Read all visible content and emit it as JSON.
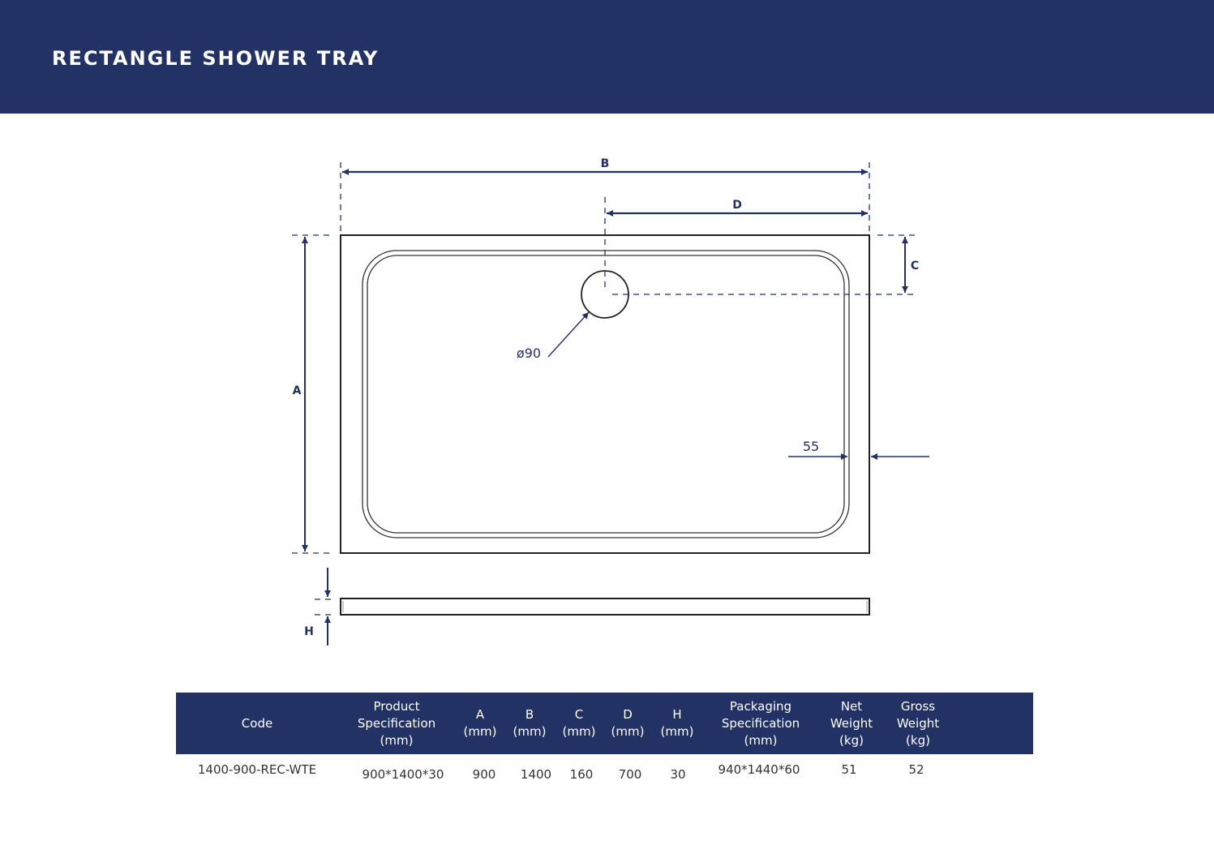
{
  "header": {
    "title": "RECTANGLE SHOWER TRAY",
    "background_color": "#233265"
  },
  "drawing": {
    "dimension_labels": {
      "B": "B",
      "D": "D",
      "C": "C",
      "A": "A",
      "H": "H"
    },
    "waste_diameter_label": "ø90",
    "edge_width_label": "55",
    "line_color": "#233265"
  },
  "table": {
    "headers": [
      {
        "key": "code",
        "label": "Code"
      },
      {
        "key": "product_spec",
        "label": "Product\nSpecification\n(mm)"
      },
      {
        "key": "a",
        "label": "A\n(mm)"
      },
      {
        "key": "b",
        "label": "B\n(mm)"
      },
      {
        "key": "c",
        "label": "C\n(mm)"
      },
      {
        "key": "d",
        "label": "D\n(mm)"
      },
      {
        "key": "h",
        "label": "H\n(mm)"
      },
      {
        "key": "packaging_spec",
        "label": "Packaging\nSpecification\n(mm)"
      },
      {
        "key": "net_weight",
        "label": "Net\nWeight\n(kg)"
      },
      {
        "key": "gross_weight",
        "label": "Gross\nWeight\n(kg)"
      }
    ],
    "rows": [
      {
        "code": "1400-900-REC-WTE",
        "product_spec": "900*1400*30",
        "a": "900",
        "b": "1400",
        "c": "160",
        "d": "700",
        "h": "30",
        "packaging_spec": "940*1440*60",
        "net_weight": "51",
        "gross_weight": "52"
      }
    ]
  }
}
